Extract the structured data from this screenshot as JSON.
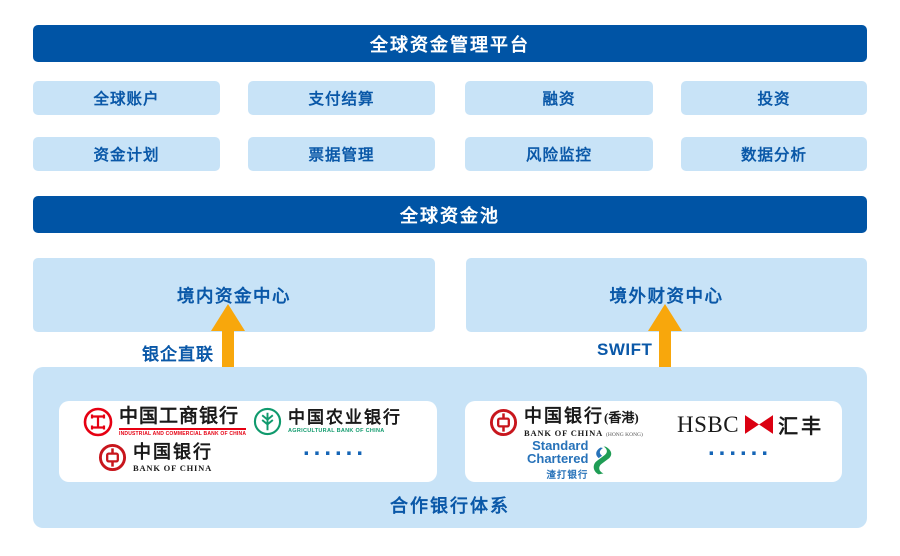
{
  "colors": {
    "banner_bg": "#0054a5",
    "box_bg": "#c8e3f7",
    "box_text": "#0a58a8",
    "arrow_orange": "#f8a70c",
    "icbc_red": "#e60012",
    "abc_green": "#109a6d",
    "boc_red": "#c8161d",
    "hsbc_red": "#db0011",
    "sc_blue": "#2772b9",
    "sc_green": "#1f9d55",
    "dots_blue": "#1565b6"
  },
  "platform": {
    "title": "全球资金管理平台"
  },
  "modules": [
    "全球账户",
    "支付结算",
    "融资",
    "投资",
    "资金计划",
    "票据管理",
    "风险监控",
    "数据分析"
  ],
  "pool": {
    "title": "全球资金池"
  },
  "centers": {
    "domestic": {
      "label": "境内资金中心",
      "link": "银企直联"
    },
    "overseas": {
      "label": "境外财资中心",
      "link": "SWIFT"
    }
  },
  "bank_system": {
    "title": "合作银行体系",
    "domestic": {
      "icbc": {
        "name_cn": "中国工商银行",
        "name_en": "INDUSTRIAL AND COMMERCIAL BANK OF CHINA"
      },
      "abc": {
        "name_cn": "中国农业银行",
        "name_en": "AGRICULTURAL BANK OF CHINA"
      },
      "boc": {
        "name_cn": "中国银行",
        "name_en": "BANK OF CHINA"
      },
      "more": "......"
    },
    "overseas": {
      "bochk": {
        "name_cn": "中国银行",
        "name_suffix": "(香港)",
        "name_en": "BANK OF CHINA",
        "name_en_suffix": "(HONG KONG)"
      },
      "hsbc": {
        "name_en": "HSBC",
        "name_cn": "汇丰"
      },
      "sc": {
        "name_line1": "Standard",
        "name_line2": "Chartered",
        "name_cn": "渣打银行"
      },
      "more": "......"
    }
  }
}
